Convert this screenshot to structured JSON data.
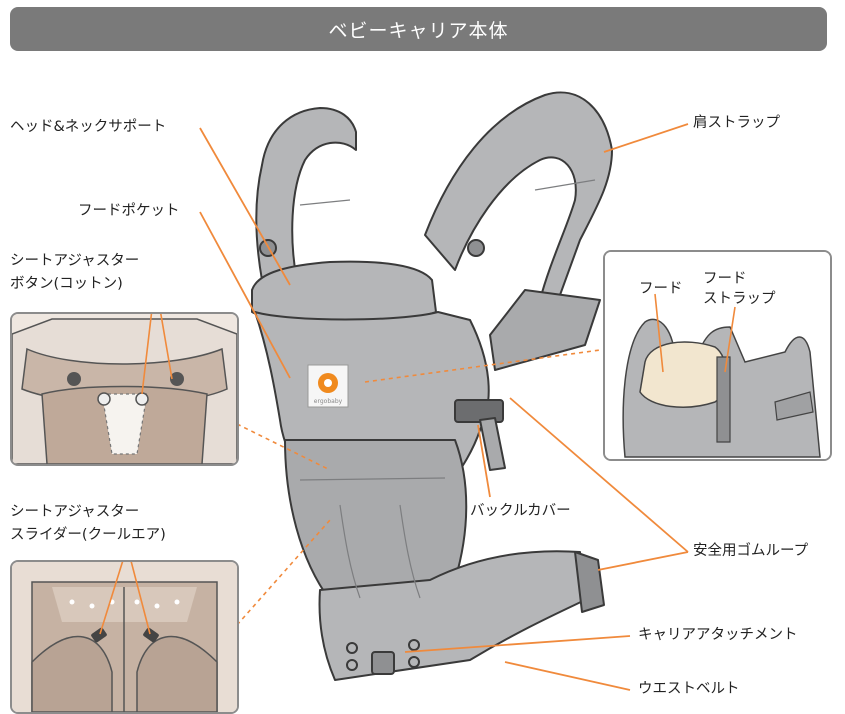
{
  "header": {
    "title": "ベビーキャリア本体"
  },
  "labels": {
    "head_neck_support": "ヘッド&ネックサポート",
    "hood_pocket": "フードポケット",
    "seat_adjuster_buttons_line1": "シートアジャスター",
    "seat_adjuster_buttons_line2": "ボタン(コットン)",
    "seat_adjuster_slider_line1": "シートアジャスター",
    "seat_adjuster_slider_line2": "スライダー(クールエア)",
    "shoulder_strap": "肩ストラップ",
    "hood": "フード",
    "hood_strap_line1": "フード",
    "hood_strap_line2": "ストラップ",
    "buckle_cover": "バックルカバー",
    "safety_elastic_loop": "安全用ゴムループ",
    "carrier_attachment": "キャリアアタッチメント",
    "waist_belt": "ウエストベルト"
  },
  "logo": {
    "brand_text": "ergobaby"
  },
  "colors": {
    "header_bg": "#7a7a7a",
    "leader_line": "#f08a3c",
    "carrier_gray": "#b5b6b8",
    "carrier_dark": "#9fa0a2",
    "outline": "#3a3a3a",
    "inset_beige": "#c9b6a8",
    "hood_cream": "#f2e6cf",
    "logo_orange": "#f08a1e"
  }
}
